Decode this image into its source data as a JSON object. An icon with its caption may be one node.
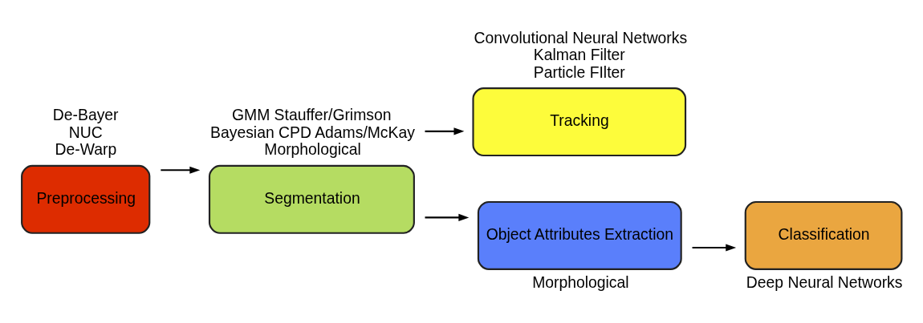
{
  "diagram": {
    "nodes": [
      {
        "text": [
          "Preprocessing"
        ],
        "beside": [
          "De-Bayer",
          "NUC",
          "De-Warp"
        ]
      },
      {
        "text": [
          "Segmentation"
        ],
        "beside": [
          "GMM Stauffer/Grimson",
          "Bayesian CPD Adams/McKay",
          "Morphological"
        ]
      },
      {
        "text": [
          "Tracking"
        ],
        "beside": [
          "Convolutional Neural Networks",
          "Kalman Filter",
          "Particle FIlter"
        ]
      },
      {
        "text": [
          "Object Attributes Extraction"
        ],
        "beside": [
          "Morphological"
        ]
      },
      {
        "text": [
          "Classification"
        ],
        "beside": [
          "Deep Neural Networks"
        ]
      }
    ],
    "edges": [
      {
        "from": 0,
        "to": 1,
        "arrow": "to"
      },
      {
        "from": 1,
        "to": 2,
        "arrow": "to"
      },
      {
        "from": 1,
        "to": 3,
        "arrow": "to"
      },
      {
        "from": 3,
        "to": 4,
        "arrow": "to"
      }
    ]
  }
}
